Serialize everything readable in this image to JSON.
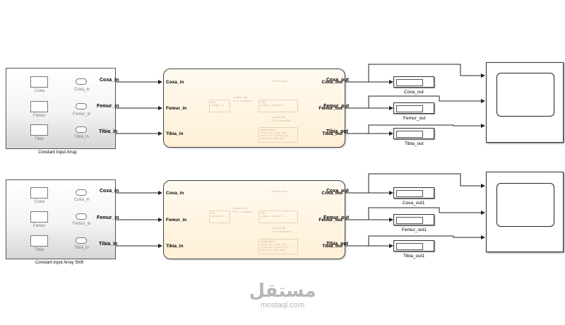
{
  "subsystems": [
    {
      "title": "Constant Input Array",
      "items": [
        {
          "const": "Coxa",
          "out": "Coxa_in"
        },
        {
          "const": "Femur",
          "out": "Femur_in"
        },
        {
          "const": "Tibia",
          "out": "Tibia_in"
        }
      ]
    },
    {
      "title": "Constant input Array Shift",
      "items": [
        {
          "const": "Coxa",
          "out": "Coxa_in"
        },
        {
          "const": "Femur",
          "out": "Femur_in"
        },
        {
          "const": "Tibia",
          "out": "Tibia_in"
        }
      ]
    }
  ],
  "chart": {
    "inputs": [
      "Coxa_in",
      "Femur_in",
      "Tibia_in"
    ],
    "outputs": [
      "Coxa_out",
      "Femur_out",
      "Tibia_out"
    ],
    "faint": {
      "init": "% Initial values",
      "stateA_name": "Idle",
      "stateA_body": "counter = 0",
      "trans1": "[counter>=N]",
      "trans1b": "% no. of samples",
      "stateB_name": "Wait",
      "stateB_body": "counter = counter+1",
      "trans2": "[counter<N]",
      "trans2b": "% no of samples",
      "stateC_name": "AssignValues",
      "stateC_l1": "Coxa_out = Coxa_in(1)",
      "stateC_l2": "Femur_out = Femur_in(1)",
      "stateC_l3": "Tibia_out = Tibia_in(1)"
    }
  },
  "rows": [
    {
      "signal_labels": [
        "Coxa_in",
        "Femur_in",
        "Tibia_in"
      ],
      "out_labels": [
        "Coxa_out",
        "Femur_out",
        "Tibia_out"
      ],
      "display_labels": [
        "Coxa_out",
        "Femur_out",
        "Tibia_out"
      ]
    },
    {
      "signal_labels": [
        "Coxa_in",
        "Femur_in",
        "Tibia_in"
      ],
      "out_labels": [
        "Coxa_out",
        "Femur_out",
        "Tibia_out"
      ],
      "display_labels": [
        "Coxa_out1",
        "Femur_out1",
        "Tibia_out1"
      ]
    }
  ],
  "watermark": {
    "arabic": "مستقل",
    "latin": "mostaql.com"
  }
}
